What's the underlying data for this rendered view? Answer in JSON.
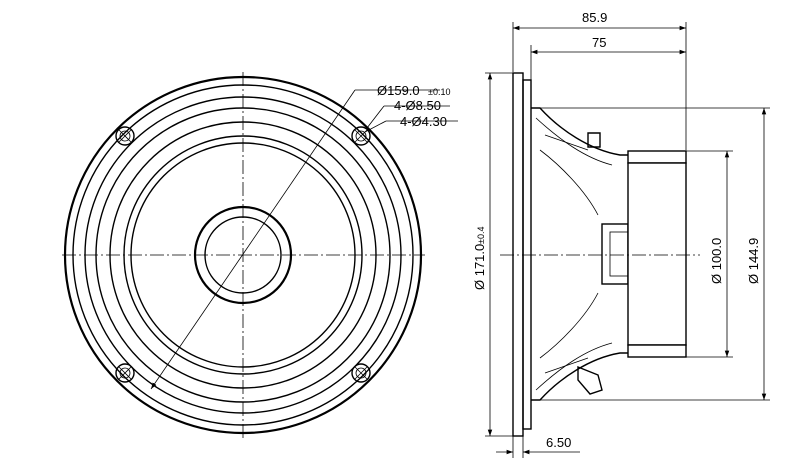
{
  "front_view": {
    "outer_diameter_label": "Ø159.0",
    "outer_diameter_tolerance": "±0.10",
    "hole_large_label": "4-Ø8.50",
    "hole_small_label": "4-Ø4.30"
  },
  "side_view": {
    "overall_depth_label": "85.9",
    "magnet_depth_label": "75",
    "flange_diameter_label": "Ø 171.0",
    "flange_diameter_tolerance": "±0.4",
    "magnet_diameter_label": "Ø 100.0",
    "frame_diameter_label": "Ø 144.9",
    "flange_thickness_label": "6.50"
  }
}
